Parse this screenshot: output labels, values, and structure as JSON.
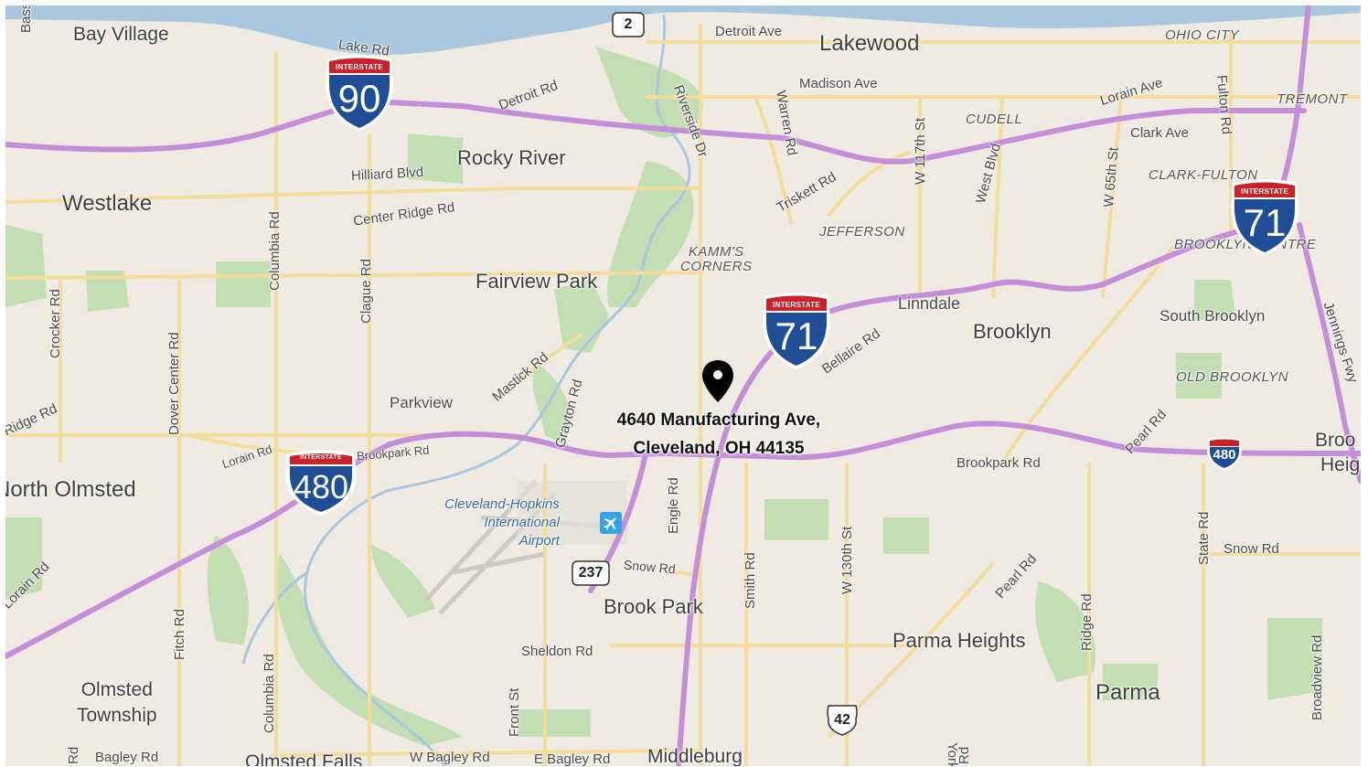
{
  "cities": [
    {
      "id": "bay-village",
      "label": "Bay Village"
    },
    {
      "id": "lakewood",
      "label": "Lakewood"
    },
    {
      "id": "rocky-river",
      "label": "Rocky River"
    },
    {
      "id": "westlake",
      "label": "Westlake"
    },
    {
      "id": "fairview-park",
      "label": "Fairview Park"
    },
    {
      "id": "parkview",
      "label": "Parkview"
    },
    {
      "id": "north-olmsted",
      "label": "North Olmsted"
    },
    {
      "id": "linndale",
      "label": "Linndale"
    },
    {
      "id": "brooklyn",
      "label": "Brooklyn"
    },
    {
      "id": "south-brooklyn",
      "label": "South Brooklyn"
    },
    {
      "id": "brook-park",
      "label": "Brook Park"
    },
    {
      "id": "parma-heights",
      "label": "Parma Heights"
    },
    {
      "id": "parma",
      "label": "Parma"
    },
    {
      "id": "olmsted-township",
      "label": "Olmsted\nTownship"
    },
    {
      "id": "olmsted-falls",
      "label": "Olmsted Falls"
    },
    {
      "id": "middleburg",
      "label": "Middleburg"
    },
    {
      "id": "broo",
      "label": "Broo"
    },
    {
      "id": "heig",
      "label": "Heig"
    }
  ],
  "neighborhoods": [
    "OHIO CITY",
    "CUDELL",
    "TREMONT",
    "CLARK-FULTON",
    "JEFFERSON",
    "KAMM'S\nCORNERS",
    "BROOKLYN CENTRE",
    "OLD BROOKLYN"
  ],
  "roads": [
    "Bassett Rd",
    "Lake Rd",
    "Detroit Ave",
    "Madison Ave",
    "Detroit Rd",
    "Riverside Dr",
    "Warren Rd",
    "W 117th St",
    "Lorain Ave",
    "Fulton Rd",
    "Clark Ave",
    "W 65th St",
    "West Blvd",
    "Triskett Rd",
    "Hilliard Blvd",
    "Center Ridge Rd",
    "Columbia Rd",
    "Clague Rd",
    "Crocker Rd",
    "Dover Center Rd",
    "Ridge Rd",
    "Mastick Rd",
    "Grayton Rd",
    "Bellaire Rd",
    "Jennings Fwy",
    "Lorain Rd",
    "Brookpark Rd",
    "Brookpark Rd",
    "Pearl Rd",
    "Engle Rd",
    "Smith Rd",
    "W 130th St",
    "State Rd",
    "Snow Rd",
    "Snow Rd",
    "Pearl Rd",
    "Ridge Rd",
    "Fitch Rd",
    "Columbia Rd",
    "Sheldon Rd",
    "Front St",
    "York Rd",
    "Broadview Rd",
    "Bagley Rd",
    "W Bagley Rd",
    "E Bagley Rd",
    "Rd",
    "Rd",
    "Lorain Rd"
  ],
  "airport": {
    "label": "Cleveland-Hopkins\nInternational\nAirport",
    "icon": "airplane-icon",
    "color": "#38a3e0"
  },
  "shields": {
    "interstate_header": "INTERSTATE",
    "i90": "90",
    "i71_west": "71",
    "i71_east": "71",
    "i480_west": "480",
    "i480_east": "480",
    "us42": "42",
    "sr2": "2",
    "sr237": "237"
  },
  "pin": {
    "line1": "4640 Manufacturing Ave,",
    "line2": "Cleveland, OH 44135",
    "icon": "map-pin-icon"
  },
  "colors": {
    "land": "#efebe2",
    "water": "#a9c7df",
    "park": "#c4deb4",
    "highway": "#c48fd8",
    "arterial": "#f4dc9c",
    "shield_blue": "#1f4e96",
    "shield_red": "#c8222b"
  }
}
